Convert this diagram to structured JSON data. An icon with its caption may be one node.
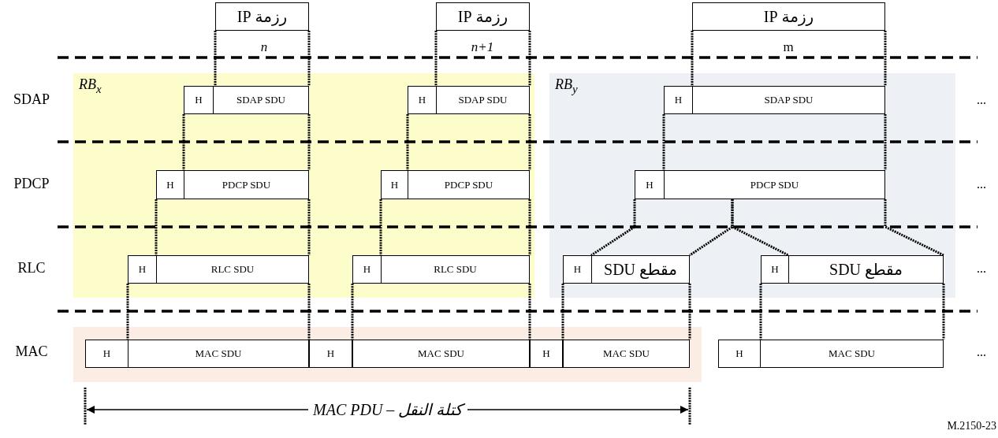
{
  "diagram": {
    "nodes": [
      {
        "text": [
          "رزمة IP"
        ],
        "beside": [
          "n"
        ]
      },
      {
        "text": [
          "رزمة IP"
        ],
        "beside": [
          "n+1"
        ]
      },
      {
        "text": [
          "رزمة IP"
        ],
        "beside": [
          "m"
        ]
      },
      {
        "text": [
          "RB$_{x}$"
        ]
      },
      {
        "text": [
          "RB$_{y}$"
        ]
      },
      {
        "text": [
          "H"
        ],
        "in": 3
      },
      {
        "text": [
          "SDAP SDU"
        ],
        "in": 3
      },
      {
        "text": [
          "H"
        ],
        "in": 3
      },
      {
        "text": [
          "SDAP SDU"
        ],
        "in": 3
      },
      {
        "text": [
          "H"
        ],
        "in": 4
      },
      {
        "text": [
          "SDAP SDU"
        ],
        "in": 4
      },
      {
        "text": [
          "H"
        ],
        "in": 3
      },
      {
        "text": [
          "PDCP SDU"
        ],
        "in": 3
      },
      {
        "text": [
          "H"
        ],
        "in": 3
      },
      {
        "text": [
          "PDCP SDU"
        ],
        "in": 3
      },
      {
        "text": [
          "H"
        ],
        "in": 4
      },
      {
        "text": [
          "PDCP SDU"
        ],
        "in": 4
      },
      {
        "text": [
          "H"
        ],
        "in": 3
      },
      {
        "text": [
          "RLC SDU"
        ],
        "in": 3
      },
      {
        "text": [
          "H"
        ],
        "in": 3
      },
      {
        "text": [
          "RLC SDU"
        ],
        "in": 3
      },
      {
        "text": [
          "H"
        ],
        "in": 4
      },
      {
        "text": [
          "مقطع SDU"
        ],
        "in": 4
      },
      {
        "text": [
          "H"
        ],
        "in": 4
      },
      {
        "text": [
          "مقطع SDU"
        ],
        "in": 4
      },
      {
        "text": [
          "H"
        ]
      },
      {
        "text": [
          "MAC SDU"
        ]
      },
      {
        "text": [
          "H"
        ]
      },
      {
        "text": [
          "MAC SDU"
        ]
      },
      {
        "text": [
          "H"
        ]
      },
      {
        "text": [
          "MAC SDU"
        ]
      },
      {
        "text": [
          "H"
        ]
      },
      {
        "text": [
          "MAC SDU"
        ]
      }
    ],
    "edges": [
      {
        "from": 0,
        "to": 6,
        "arrow": "none"
      },
      {
        "from": 0,
        "to": 6,
        "arrow": "none"
      },
      {
        "from": 5,
        "to": 12,
        "arrow": "none"
      },
      {
        "from": 6,
        "to": 12,
        "arrow": "none"
      },
      {
        "from": 11,
        "to": 18,
        "arrow": "none"
      },
      {
        "from": 12,
        "to": 18,
        "arrow": "none"
      },
      {
        "from": 17,
        "to": 26,
        "arrow": "none"
      },
      {
        "from": 18,
        "to": 26,
        "arrow": "none"
      },
      {
        "from": 1,
        "to": 8,
        "arrow": "none"
      },
      {
        "from": 1,
        "to": 8,
        "arrow": "none"
      },
      {
        "from": 7,
        "to": 14,
        "arrow": "none"
      },
      {
        "from": 8,
        "to": 14,
        "arrow": "none"
      },
      {
        "from": 13,
        "to": 20,
        "arrow": "none"
      },
      {
        "from": 14,
        "to": 20,
        "arrow": "none"
      },
      {
        "from": 19,
        "to": 28,
        "arrow": "none"
      },
      {
        "from": 20,
        "to": 28,
        "arrow": "none"
      },
      {
        "from": 2,
        "to": 10,
        "arrow": "none"
      },
      {
        "from": 2,
        "to": 10,
        "arrow": "none"
      },
      {
        "from": 9,
        "to": 16,
        "arrow": "none"
      },
      {
        "from": 10,
        "to": 16,
        "arrow": "none"
      },
      {
        "from": 15,
        "to": 22,
        "arrow": "none"
      },
      {
        "from": 16,
        "to": 22,
        "arrow": "none"
      },
      {
        "from": 16,
        "to": 24,
        "arrow": "none"
      },
      {
        "from": 16,
        "to": 24,
        "arrow": "none"
      },
      {
        "from": 21,
        "to": 30,
        "arrow": "none"
      },
      {
        "from": 22,
        "to": 30,
        "arrow": "none"
      },
      {
        "from": 23,
        "to": 32,
        "arrow": "none"
      },
      {
        "from": 24,
        "to": 32,
        "arrow": "none"
      }
    ],
    "labels": [
      "SDAP",
      "...",
      "PDCP",
      "...",
      "RLC",
      "...",
      "MAC",
      "...",
      "كتلة النقل – MAC PDU",
      "M.2150-23"
    ]
  }
}
